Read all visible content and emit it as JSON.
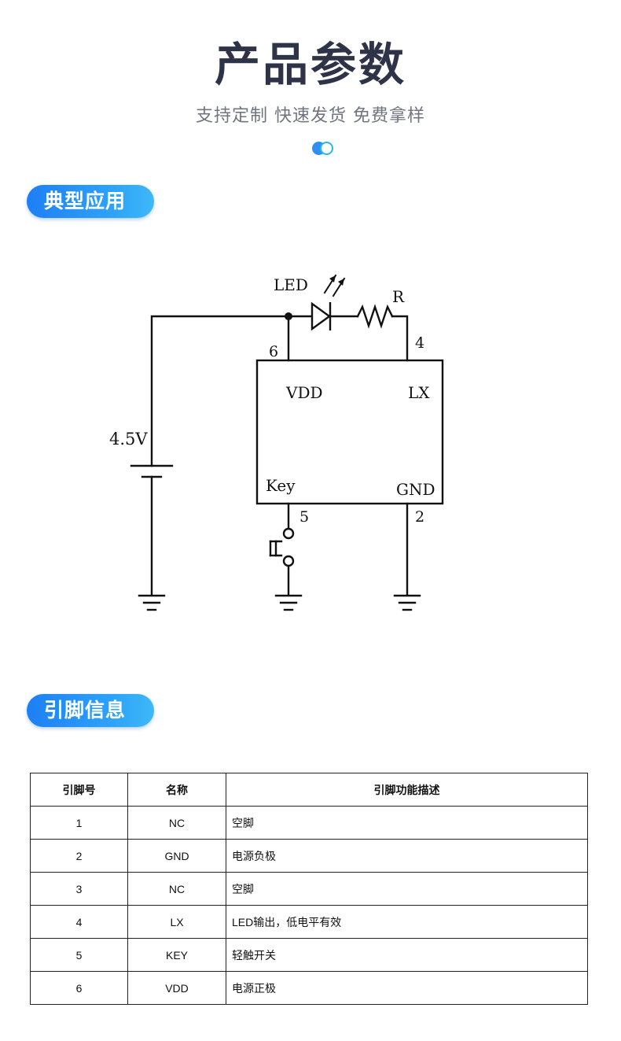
{
  "header": {
    "title": "产品参数",
    "subtitle": "支持定制 快速发货 免费拿样"
  },
  "sections": {
    "application": "典型应用",
    "pins": "引脚信息"
  },
  "circuit": {
    "led_label": "LED",
    "resistor_label": "R",
    "voltage_label": "4.5V",
    "pin_vdd_number": "6",
    "pin_lx_number": "4",
    "pin_key_number": "5",
    "pin_gnd_number": "2",
    "pin_vdd_name": "VDD",
    "pin_lx_name": "LX",
    "pin_key_name": "Key",
    "pin_gnd_name": "GND"
  },
  "pin_table": {
    "headers": [
      "引脚号",
      "名称",
      "引脚功能描述"
    ],
    "rows": [
      {
        "num": "1",
        "name": "NC",
        "desc": "空脚"
      },
      {
        "num": "2",
        "name": "GND",
        "desc": "电源负极"
      },
      {
        "num": "3",
        "name": "NC",
        "desc": "空脚"
      },
      {
        "num": "4",
        "name": "LX",
        "desc": "LED输出，低电平有效"
      },
      {
        "num": "5",
        "name": "KEY",
        "desc": "轻触开关"
      },
      {
        "num": "6",
        "name": "VDD",
        "desc": "电源正极"
      }
    ]
  },
  "colors": {
    "accent_blue": "#1e7ff5",
    "title_dark": "#2f3347",
    "subtitle_gray": "#6f7480"
  }
}
